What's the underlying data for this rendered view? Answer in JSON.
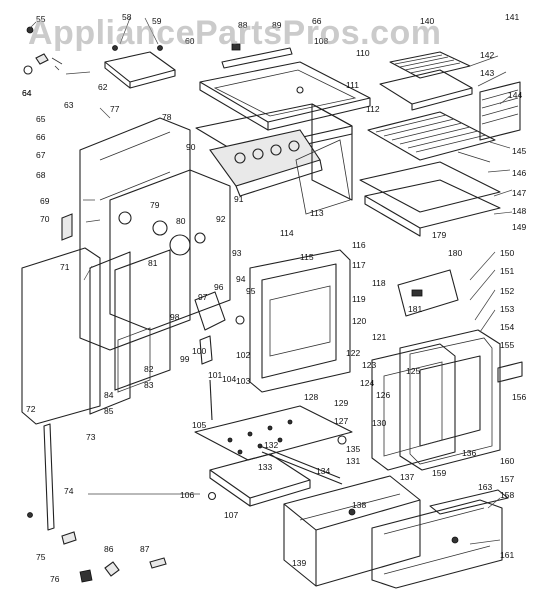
{
  "watermark": "AppliancePartsPros.com",
  "callouts": [
    "55",
    "58",
    "59",
    "88",
    "64",
    "140",
    "141",
    "142",
    "143",
    "144",
    "66",
    "60",
    "108",
    "110",
    "111",
    "112",
    "62",
    "63",
    "64",
    "65",
    "66",
    "67",
    "68",
    "69",
    "70",
    "71",
    "72",
    "73",
    "74",
    "75",
    "76",
    "77",
    "78",
    "79",
    "80",
    "81",
    "82",
    "83",
    "84",
    "85",
    "86",
    "87",
    "89",
    "90",
    "91",
    "92",
    "93",
    "94",
    "95",
    "96",
    "97",
    "98",
    "99",
    "100",
    "101",
    "102",
    "103",
    "104",
    "105",
    "106",
    "107",
    "113",
    "114",
    "115",
    "116",
    "117",
    "118",
    "119",
    "120",
    "121",
    "122",
    "123",
    "124",
    "125",
    "126",
    "127",
    "128",
    "129",
    "130",
    "131",
    "132",
    "133",
    "134",
    "135",
    "136",
    "137",
    "138",
    "139",
    "145",
    "146",
    "147",
    "148",
    "149",
    "150",
    "151",
    "152",
    "153",
    "154",
    "155",
    "156",
    "157",
    "158",
    "159",
    "160",
    "161",
    "163",
    "179",
    "180",
    "181"
  ]
}
